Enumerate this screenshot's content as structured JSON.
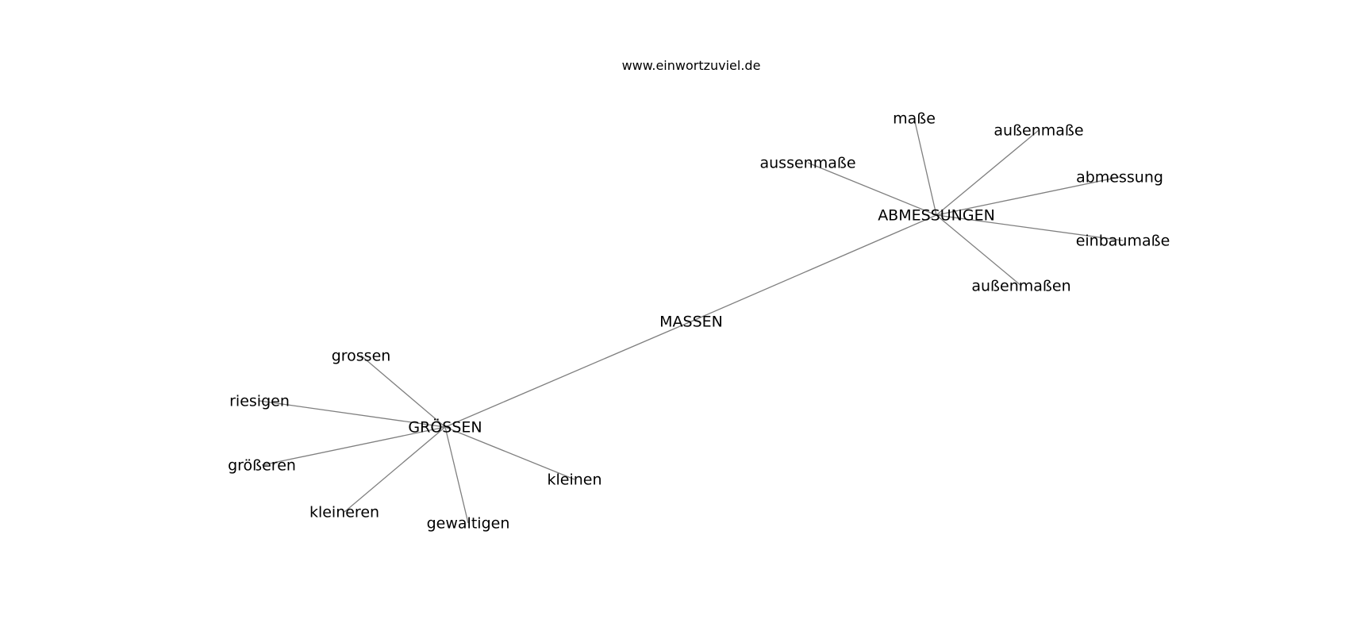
{
  "source": "www.einwortzuviel.de",
  "graph": {
    "nodes": [
      {
        "id": "massen",
        "label": "MASSEN"
      },
      {
        "id": "abmessungen",
        "label": "ABMESSUNGEN"
      },
      {
        "id": "groessen",
        "label": "GRÖSSEN"
      },
      {
        "id": "masse",
        "label": "maße"
      },
      {
        "id": "aussenmasse_sz",
        "label": "außenmaße"
      },
      {
        "id": "aussenmasse_ss",
        "label": "aussenmaße"
      },
      {
        "id": "abmessung",
        "label": "abmessung"
      },
      {
        "id": "einbaumasse",
        "label": "einbaumaße"
      },
      {
        "id": "aussenmassen",
        "label": "außenmaßen"
      },
      {
        "id": "grossen",
        "label": "grossen"
      },
      {
        "id": "riesigen",
        "label": "riesigen"
      },
      {
        "id": "groesseren",
        "label": "größeren"
      },
      {
        "id": "kleineren",
        "label": "kleineren"
      },
      {
        "id": "gewaltigen",
        "label": "gewaltigen"
      },
      {
        "id": "kleinen",
        "label": "kleinen"
      }
    ],
    "edges": [
      [
        "massen",
        "abmessungen"
      ],
      [
        "massen",
        "groessen"
      ],
      [
        "abmessungen",
        "masse"
      ],
      [
        "abmessungen",
        "aussenmasse_sz"
      ],
      [
        "abmessungen",
        "aussenmasse_ss"
      ],
      [
        "abmessungen",
        "abmessung"
      ],
      [
        "abmessungen",
        "einbaumasse"
      ],
      [
        "abmessungen",
        "aussenmassen"
      ],
      [
        "groessen",
        "grossen"
      ],
      [
        "groessen",
        "riesigen"
      ],
      [
        "groessen",
        "groesseren"
      ],
      [
        "groessen",
        "kleineren"
      ],
      [
        "groessen",
        "gewaltigen"
      ],
      [
        "groessen",
        "kleinen"
      ]
    ]
  }
}
